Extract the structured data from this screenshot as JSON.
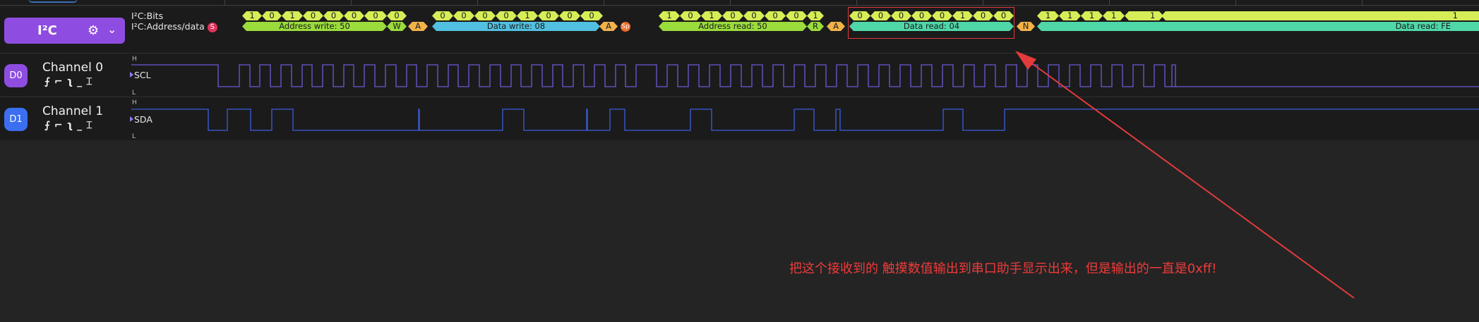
{
  "i2c_button": {
    "label": "I²C",
    "gear_icon": "gear-icon",
    "chevron_icon": "chevron-down-icon"
  },
  "annotations": {
    "bits_label": "I²C:Bits",
    "address_label": "I²C:Address/data",
    "s_badge": "S",
    "stop_badge": "Sp",
    "frames": [
      {
        "label": "Address write: 50",
        "color": "#9bdc3d"
      },
      {
        "label": "W",
        "color": "#9bdc3d"
      },
      {
        "label": "A",
        "color": "#f2b24a"
      },
      {
        "label": "Data write: 08",
        "color": "#52c0e0"
      },
      {
        "label": "A",
        "color": "#f2b24a"
      },
      {
        "label": "Address read: 50",
        "color": "#9bdc3d"
      },
      {
        "label": "R",
        "color": "#9bdc3d"
      },
      {
        "label": "A",
        "color": "#f2b24a"
      },
      {
        "label": "Data read: 04",
        "color": "#4fd7a8"
      },
      {
        "label": "N",
        "color": "#f2b24a"
      },
      {
        "label": "Data read: FE",
        "color": "#4fd7a8"
      }
    ],
    "bit_groups": [
      [
        "1",
        "0",
        "1",
        "0",
        "0",
        "0",
        "0"
      ],
      [
        "0"
      ],
      [
        "0",
        "0",
        "0",
        "0",
        "1",
        "0",
        "0",
        "0"
      ],
      [
        "1",
        "0",
        "1",
        "0",
        "0",
        "0",
        "0"
      ],
      [
        "1"
      ],
      [
        "0",
        "0",
        "0",
        "0",
        "0",
        "1",
        "0",
        "0"
      ],
      [
        "1",
        "1",
        "1",
        "1",
        "1"
      ],
      [
        "1"
      ]
    ]
  },
  "channels": [
    {
      "badge": "D0",
      "name": "Channel 0",
      "signal": "SCL",
      "color": "#8e4de0",
      "high": "H",
      "low": "L"
    },
    {
      "badge": "D1",
      "name": "Channel 1",
      "signal": "SDA",
      "color": "#3b6ff0",
      "high": "H",
      "low": "L"
    }
  ],
  "edge_icons": "rising-edge-icon falling-edge-icon high-level-icon low-level-icon either-edge-icon",
  "colors": {
    "accent": "#8e4de0",
    "wave": "#6a5ad8",
    "highlight": "#e23b3b"
  },
  "note": "把这个接收到的 触摸数值输出到串口助手显示出来，但是输出的一直是0xff!"
}
